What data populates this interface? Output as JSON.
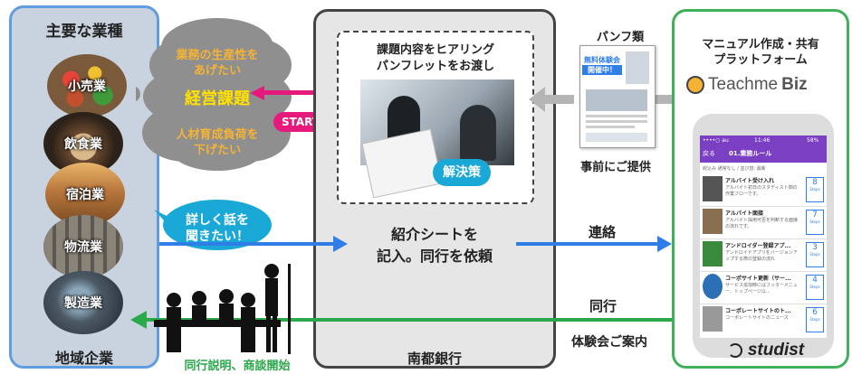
{
  "left": {
    "title": "主要な業種",
    "industries": [
      "小売業",
      "飲食業",
      "宿泊業",
      "物流業",
      "製造業"
    ],
    "footer": "地域企業"
  },
  "cloud": {
    "line1": "業務の生産性を",
    "line2": "あげたい",
    "main": "経営課題",
    "line3": "人材育成負荷を",
    "line4": "下げたい"
  },
  "start_label": "START",
  "detail_bubble": {
    "line1": "詳しく話を",
    "line2": "聞きたい！"
  },
  "middle": {
    "hearing_line1": "課題内容をヒアリング",
    "hearing_line2": "パンフレットをお渡し",
    "solution_badge": "解決策",
    "intro_line1": "紹介シートを",
    "intro_line2": "記入。同行を依頼",
    "footer": "南都銀行"
  },
  "pamphlet": {
    "title": "パンフ類",
    "doc_heading_1": "無料体験会",
    "doc_heading_2": "開催中！",
    "caption": "事前にご提供"
  },
  "flows": {
    "contact": "連絡",
    "accompany": "同行",
    "trial_guide": "体験会ご案内",
    "bottom_caption": "同行説明、商談開始"
  },
  "right": {
    "title_line1": "マニュアル作成・共有",
    "title_line2": "プラットフォーム",
    "logo_text_1": "Teach",
    "logo_text_2": "me",
    "logo_text_3": "Biz",
    "footer": "studist"
  },
  "phone": {
    "status_left": "••••○ au",
    "status_time": "11:46",
    "status_right": "58%",
    "back": "戻る",
    "header_title": "01.業務ルール",
    "filter": "絞込み 通常なし / 並び替: 最新",
    "items": [
      {
        "title": "アルバイト受け入れ",
        "sub": "アルバイト初日のスタディスト側の作業フローです。",
        "steps": "8"
      },
      {
        "title": "アルバイト面接",
        "sub": "アルバイト採用可否を判断する面接の流れです。",
        "steps": "7"
      },
      {
        "title": "アンドロイダー登録アプ...",
        "sub": "アンドロイドアプリをバージョンアップする際の登録の流れ",
        "steps": "3"
      },
      {
        "title": "コーポサイト更新（サー...",
        "sub": "サービス追加時にはフッターメニュー、トップページ以...",
        "steps": "4"
      },
      {
        "title": "コーポレートサイトのト...",
        "sub": "コーポレートサイトのニュース",
        "steps": "6"
      }
    ],
    "steps_word": "Steps"
  },
  "colors": {
    "blue": "#2f7ee8",
    "green": "#2aa84a",
    "magenta": "#e6197d",
    "cloud": "#8f8f8f",
    "cloud_text": "#f5b335",
    "cloud_main": "#ffe100"
  }
}
